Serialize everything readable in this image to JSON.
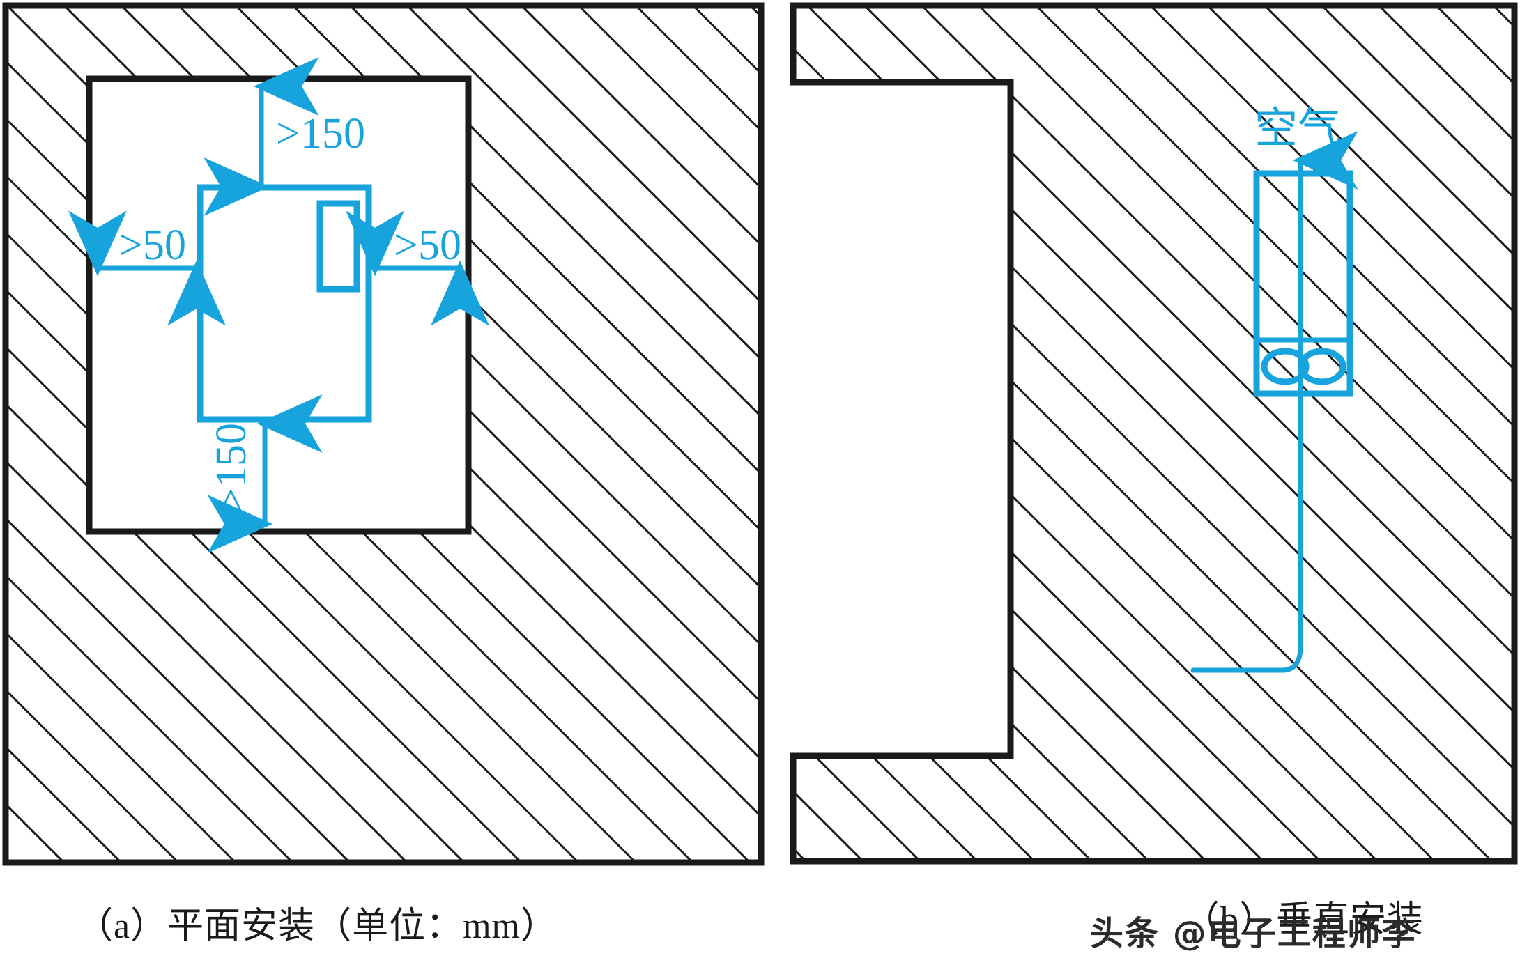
{
  "figure": {
    "title": "",
    "units_note": "mm",
    "accent_color": "#17a3dc",
    "line_color": "#1a1a1a",
    "background": "#ffffff"
  },
  "panel_a": {
    "caption": "（a）平面安装（单位：mm）",
    "dimensions": {
      "top": ">150",
      "bottom": ">150",
      "left": ">50",
      "right": ">50"
    }
  },
  "panel_b": {
    "caption": "（b）垂直安装",
    "labels": {
      "air": "空气"
    }
  },
  "watermark": {
    "text": "头条 @电子工程师李"
  }
}
